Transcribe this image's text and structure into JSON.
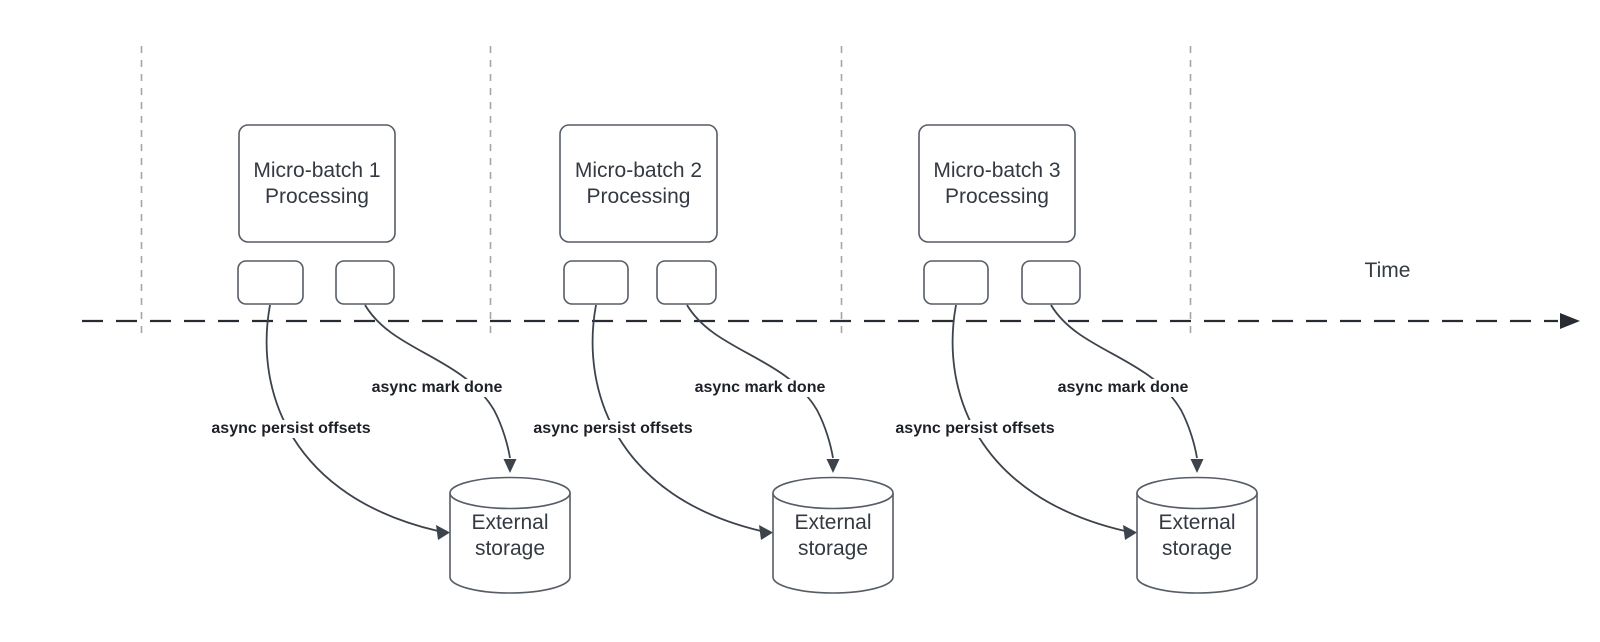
{
  "page": {
    "kind": "micro-batch streaming timeline diagram",
    "background": "#ffffff"
  },
  "colors": {
    "shape_stroke": "#565d66",
    "guide_line": "#a6a6a6",
    "time_axis": "#272c33",
    "arrow_curve": "#3c434c",
    "shape_text": "#343a42",
    "bold_label_text": "#1d2127"
  },
  "time_axis": {
    "label": "Time"
  },
  "icons": [
    {
      "name": "database-cylinder-icon",
      "meaning": "external storage database"
    },
    {
      "name": "arrow-right-icon",
      "meaning": "time axis direction"
    }
  ],
  "groups": [
    {
      "box_line1": "Micro-batch 1",
      "box_line2": "Processing",
      "persist_label": "async persist offsets",
      "done_label": "async mark done",
      "storage_line1": "External",
      "storage_line2": "storage"
    },
    {
      "box_line1": "Micro-batch 2",
      "box_line2": "Processing",
      "persist_label": "async persist offsets",
      "done_label": "async mark done",
      "storage_line1": "External",
      "storage_line2": "storage"
    },
    {
      "box_line1": "Micro-batch 3",
      "box_line2": "Processing",
      "persist_label": "async persist offsets",
      "done_label": "async mark done",
      "storage_line1": "External",
      "storage_line2": "storage"
    }
  ]
}
